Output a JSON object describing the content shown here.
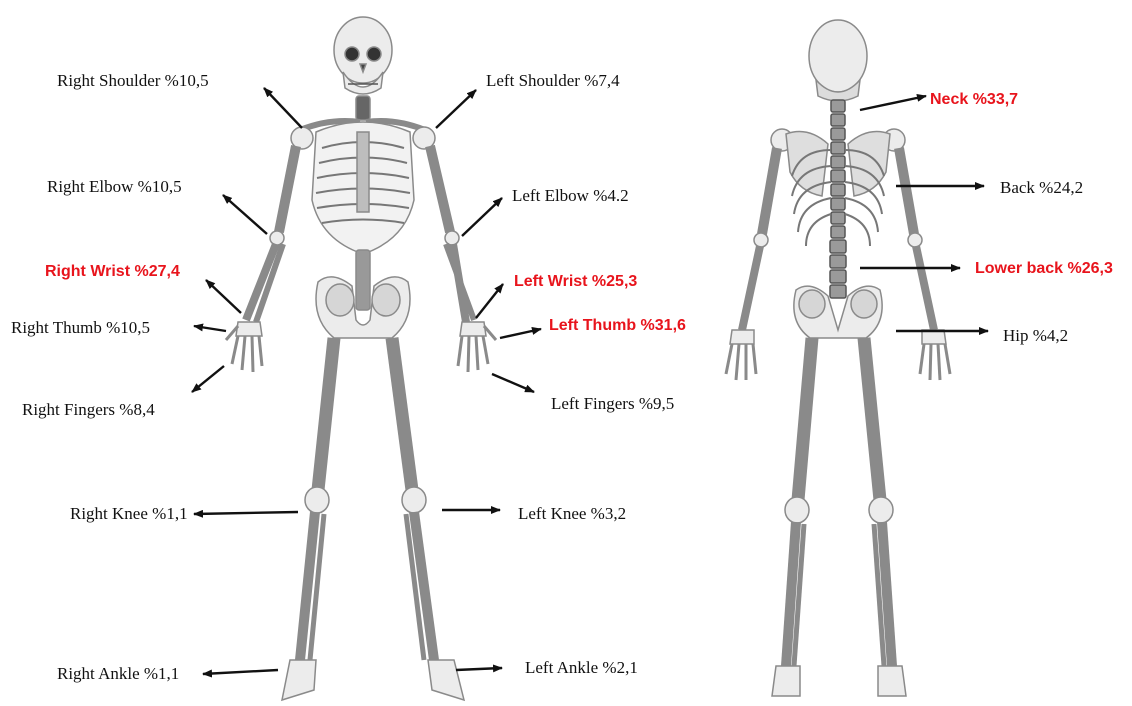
{
  "colors": {
    "highlight": "#e8141c",
    "text": "#111111",
    "arrow": "#111111",
    "bone": "#ececec",
    "bone_edge": "#8a8a8a"
  },
  "icons": [
    "front-skeleton-illustration",
    "back-skeleton-illustration"
  ],
  "front_labels": [
    {
      "id": "right-shoulder",
      "text": "Right Shoulder %10,5",
      "highlighted": false
    },
    {
      "id": "left-shoulder",
      "text": "Left Shoulder %7,4",
      "highlighted": false
    },
    {
      "id": "right-elbow",
      "text": "Right Elbow %10,5",
      "highlighted": false
    },
    {
      "id": "left-elbow",
      "text": "Left Elbow %4.2",
      "highlighted": false
    },
    {
      "id": "right-wrist",
      "text": "Right Wrist %27,4",
      "highlighted": true
    },
    {
      "id": "left-wrist",
      "text": "Left Wrist %25,3",
      "highlighted": true
    },
    {
      "id": "right-thumb",
      "text": "Right Thumb %10,5",
      "highlighted": false
    },
    {
      "id": "left-thumb",
      "text": "Left Thumb %31,6",
      "highlighted": true
    },
    {
      "id": "right-fingers",
      "text": "Right Fingers %8,4",
      "highlighted": false
    },
    {
      "id": "left-fingers",
      "text": "Left Fingers %9,5",
      "highlighted": false
    },
    {
      "id": "right-knee",
      "text": "Right Knee %1,1",
      "highlighted": false
    },
    {
      "id": "left-knee",
      "text": "Left Knee %3,2",
      "highlighted": false
    },
    {
      "id": "right-ankle",
      "text": "Right Ankle %1,1",
      "highlighted": false
    },
    {
      "id": "left-ankle",
      "text": "Left Ankle %2,1",
      "highlighted": false
    }
  ],
  "back_labels": [
    {
      "id": "neck",
      "text": "Neck %33,7",
      "highlighted": true
    },
    {
      "id": "back",
      "text": "Back %24,2",
      "highlighted": false
    },
    {
      "id": "lower-back",
      "text": "Lower back %26,3",
      "highlighted": true
    },
    {
      "id": "hip",
      "text": "Hip  %4,2",
      "highlighted": false
    }
  ]
}
